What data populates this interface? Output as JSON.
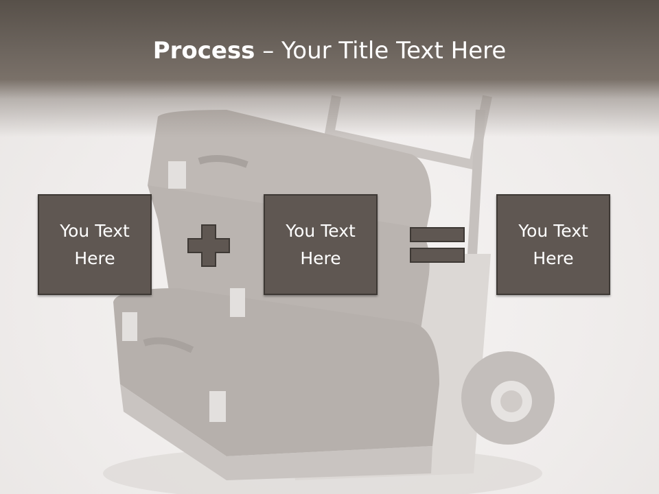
{
  "title": {
    "bold": "Process",
    "rest": " – Your Title Text Here"
  },
  "boxes": [
    {
      "text": "You Text Here"
    },
    {
      "text": "You Text Here"
    },
    {
      "text": "You Text Here"
    }
  ],
  "operators": [
    "plus-icon",
    "equals-icon"
  ],
  "colors": {
    "header": "#5a534c",
    "box_fill": "#5f5752",
    "box_border": "#3d3834",
    "text": "#ffffff",
    "background": "#f4f2f1"
  }
}
